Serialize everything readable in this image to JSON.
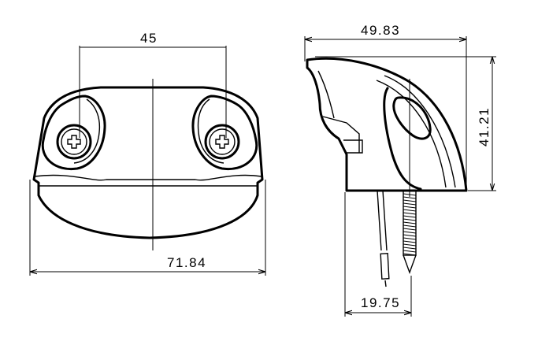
{
  "dimensions": {
    "screw_spacing": "45",
    "front_width": "71.84",
    "side_depth": "49.83",
    "side_height": "41.21",
    "base_width": "19.75"
  },
  "colors": {
    "stroke": "#000000",
    "background": "#ffffff"
  }
}
